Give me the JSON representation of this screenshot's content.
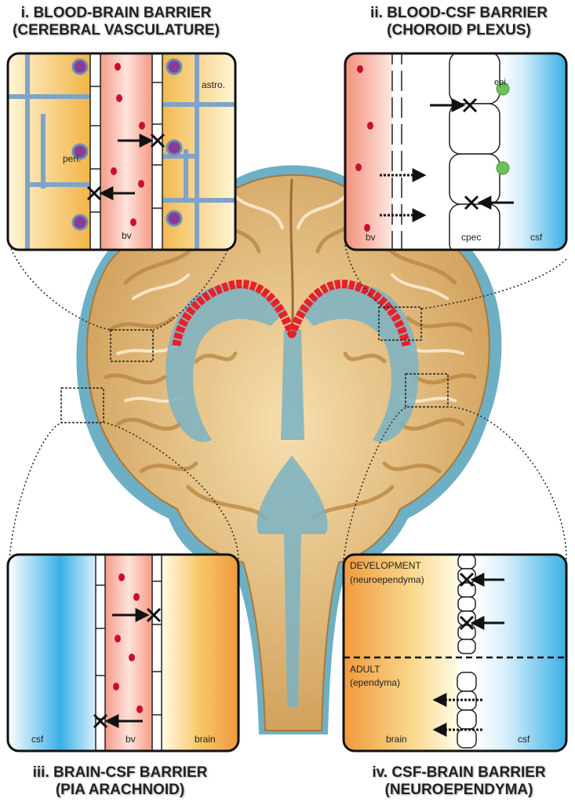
{
  "titles": {
    "i": [
      "i. BLOOD-BRAIN BARRIER",
      "(CEREBRAL VASCULATURE)"
    ],
    "ii": [
      "ii. BLOOD-CSF BARRIER",
      "(CHOROID PLEXUS)"
    ],
    "iii": [
      "iii. BRAIN-CSF BARRIER",
      "(PIA ARACHNOID)"
    ],
    "iv": [
      "iv. CSF-BRAIN BARRIER",
      "(NEUROEPENDYMA)"
    ]
  },
  "panel_i": {
    "astro": "astro.",
    "peri": "peri.",
    "bv": "bv"
  },
  "panel_ii": {
    "epi": "epi.",
    "bv": "bv",
    "cpec": "cpec",
    "csf": "csf"
  },
  "panel_iii": {
    "csf": "csf",
    "bv": "bv",
    "brain": "brain"
  },
  "panel_iv": {
    "development": "DEVELOPMENT",
    "development_sub": "(neuroependyma)",
    "adult": "ADULT",
    "adult_sub": "(ependyma)",
    "brain": "brain",
    "csf": "csf"
  },
  "colors": {
    "brain_tan": "#d4a766",
    "brain_light": "#f3dcae",
    "brain_dark": "#a8793d",
    "csf_blue": "#4fb3e0",
    "csf_outline": "#5b9fb8",
    "ventricle": "#7ab3c4",
    "choroid_red": "#e8202a",
    "blood_red": "#c8102e",
    "vessel_pink": "#f4a89a",
    "astro_yellow": "#f5c96a",
    "astro_process": "#7fa3c9",
    "pericyte": "#8a3b97",
    "epi_green": "#6cc25a"
  }
}
